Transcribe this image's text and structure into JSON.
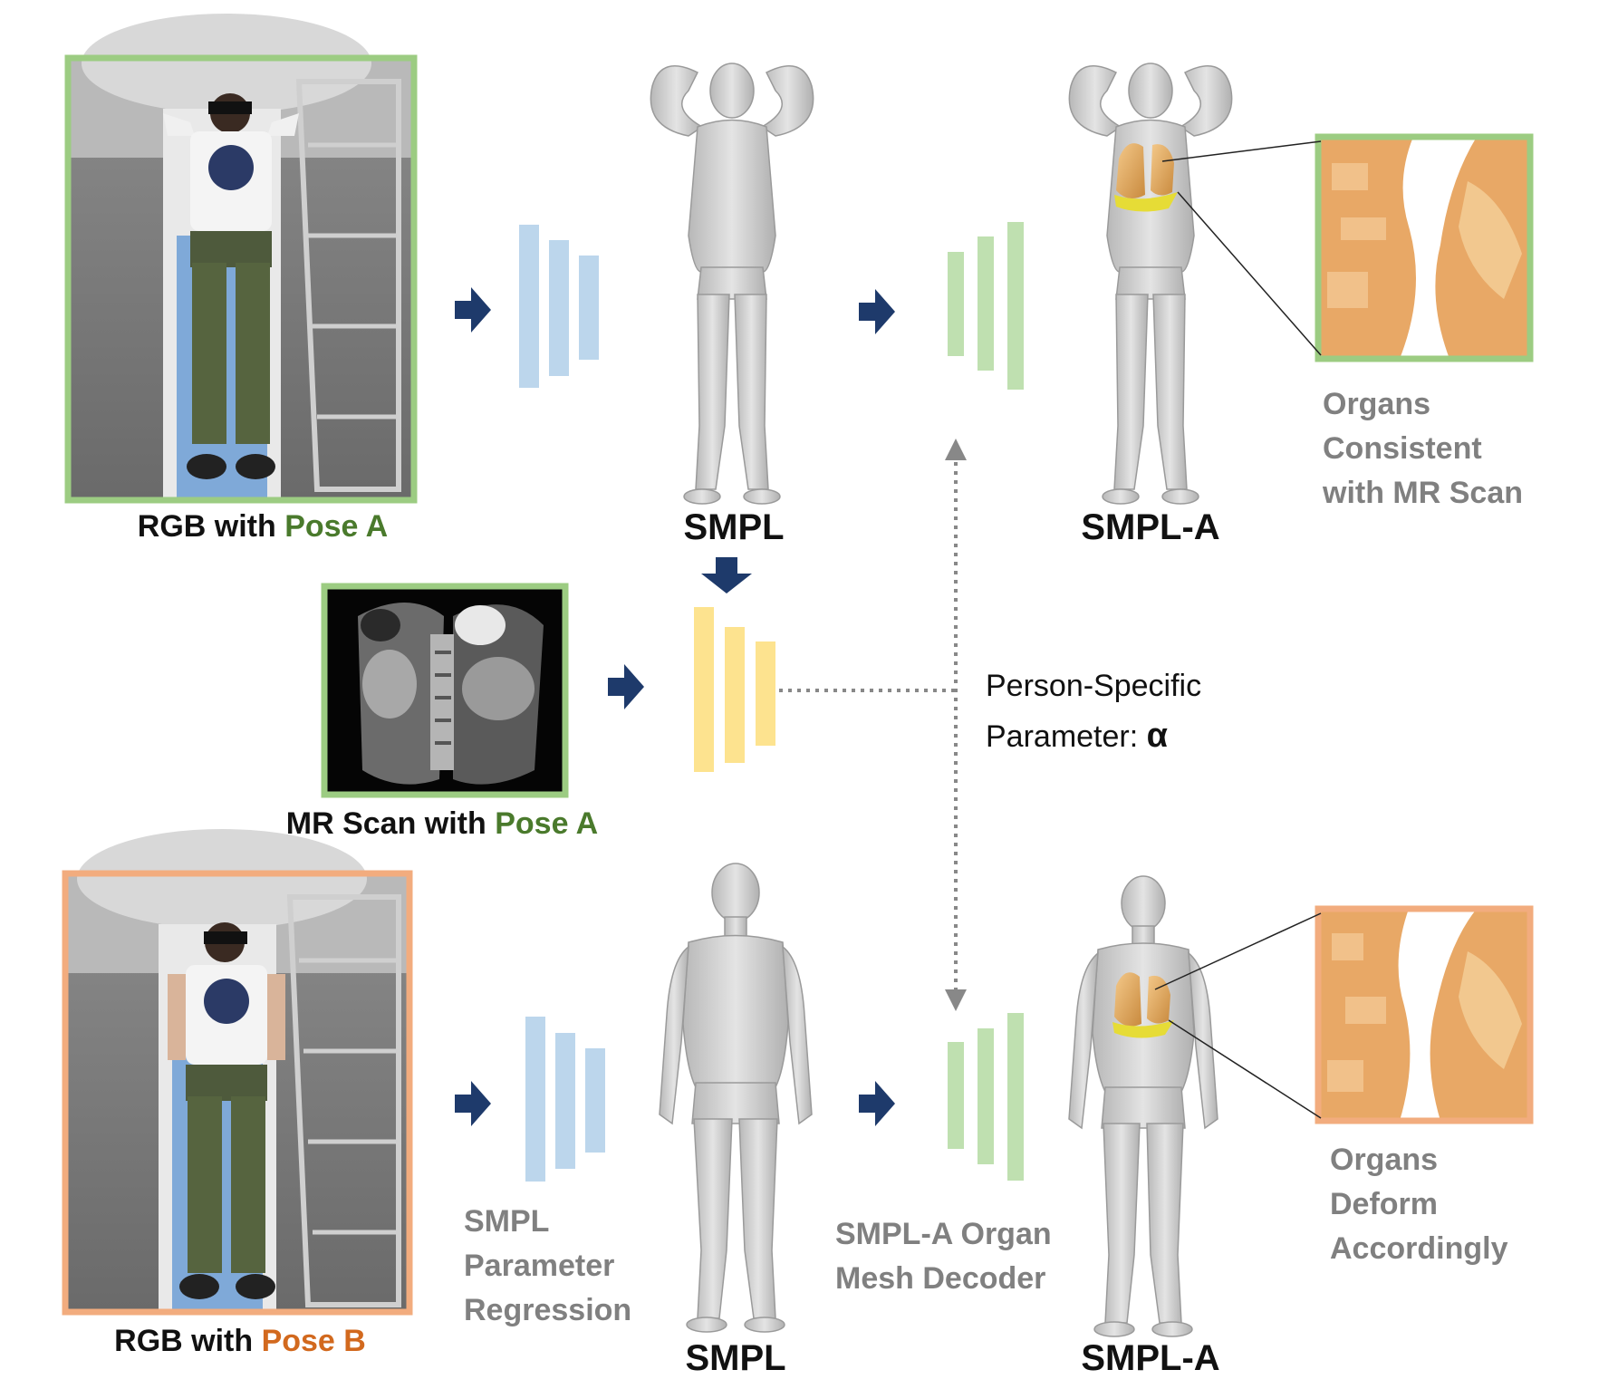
{
  "colors": {
    "pose_a": "#4a7a2c",
    "pose_b": "#d2691e",
    "frame_a": "#9ccc82",
    "frame_b": "#f2ac7e",
    "arrow": "#1e3a6b",
    "regressor": "#bcd6ec",
    "decoder": "#bfe0b0",
    "mr_encoder": "#fde38f",
    "grey_text": "#808080"
  },
  "top_row": {
    "rgb_caption_prefix": "RGB with ",
    "rgb_caption_pose": "Pose A",
    "smpl_label": "SMPL",
    "smpla_label": "SMPL-A",
    "zoom_caption": "Organs\nConsistent\nwith MR Scan"
  },
  "middle_row": {
    "mr_caption_prefix": "MR Scan with ",
    "mr_caption_pose": "Pose A",
    "param_label": "Person-Specific\nParameter: ",
    "param_symbol": "α"
  },
  "bottom_row": {
    "rgb_caption_prefix": "RGB with ",
    "rgb_caption_pose": "Pose B",
    "smpl_label": "SMPL",
    "smpla_label": "SMPL-A",
    "regression_label": "SMPL\nParameter\nRegression",
    "decoder_label": "SMPL-A Organ\nMesh Decoder",
    "zoom_caption": "Organs\nDeform\nAccordingly"
  }
}
